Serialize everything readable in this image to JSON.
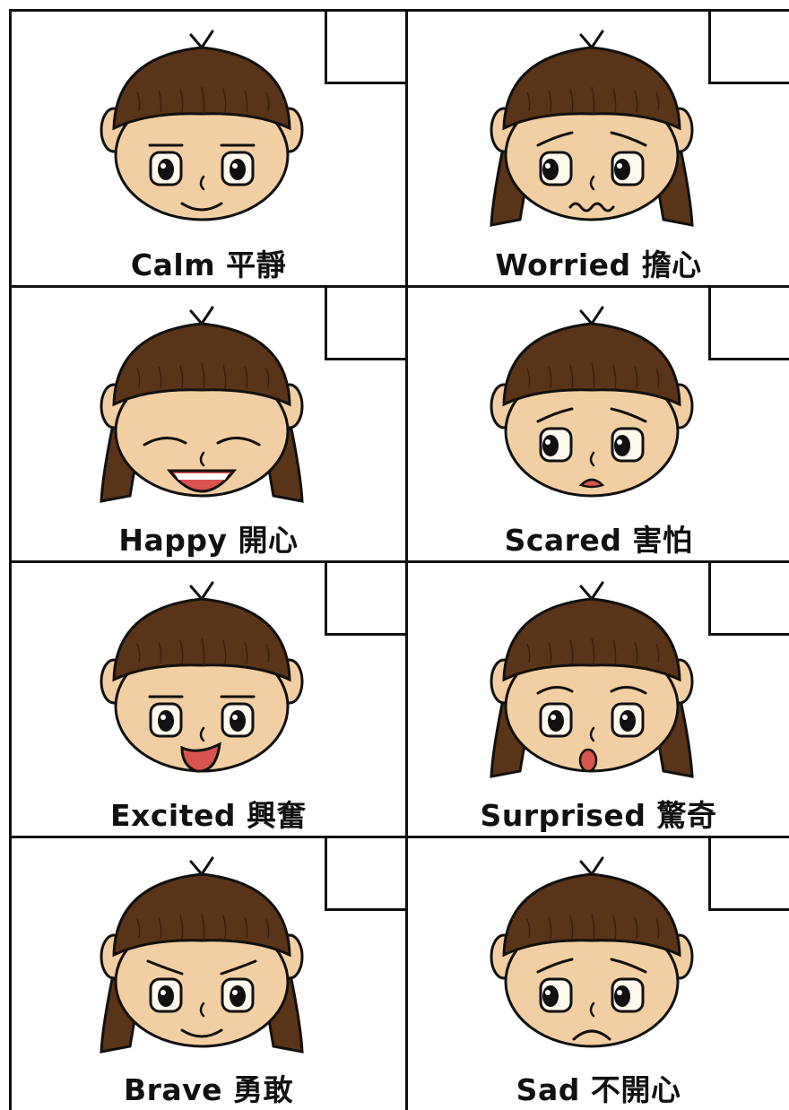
{
  "cards": [
    {
      "label": "Calm 平靜",
      "expression": "calm",
      "hair": "short"
    },
    {
      "label": "Worried 擔心",
      "expression": "worried",
      "hair": "long"
    },
    {
      "label": "Happy 開心",
      "expression": "happy",
      "hair": "long"
    },
    {
      "label": "Scared 害怕",
      "expression": "scared",
      "hair": "short"
    },
    {
      "label": "Excited 興奮",
      "expression": "excited",
      "hair": "short"
    },
    {
      "label": "Surprised 驚奇",
      "expression": "surprised",
      "hair": "long"
    },
    {
      "label": "Brave 勇敢",
      "expression": "brave",
      "hair": "long"
    },
    {
      "label": "Sad 不開心",
      "expression": "sad",
      "hair": "short"
    }
  ],
  "colors": {
    "hair": "#5a3418",
    "skin": "#f2cfa2",
    "line": "#111111",
    "mouth": "#d9534f",
    "eye_white": "#fff8ec"
  }
}
